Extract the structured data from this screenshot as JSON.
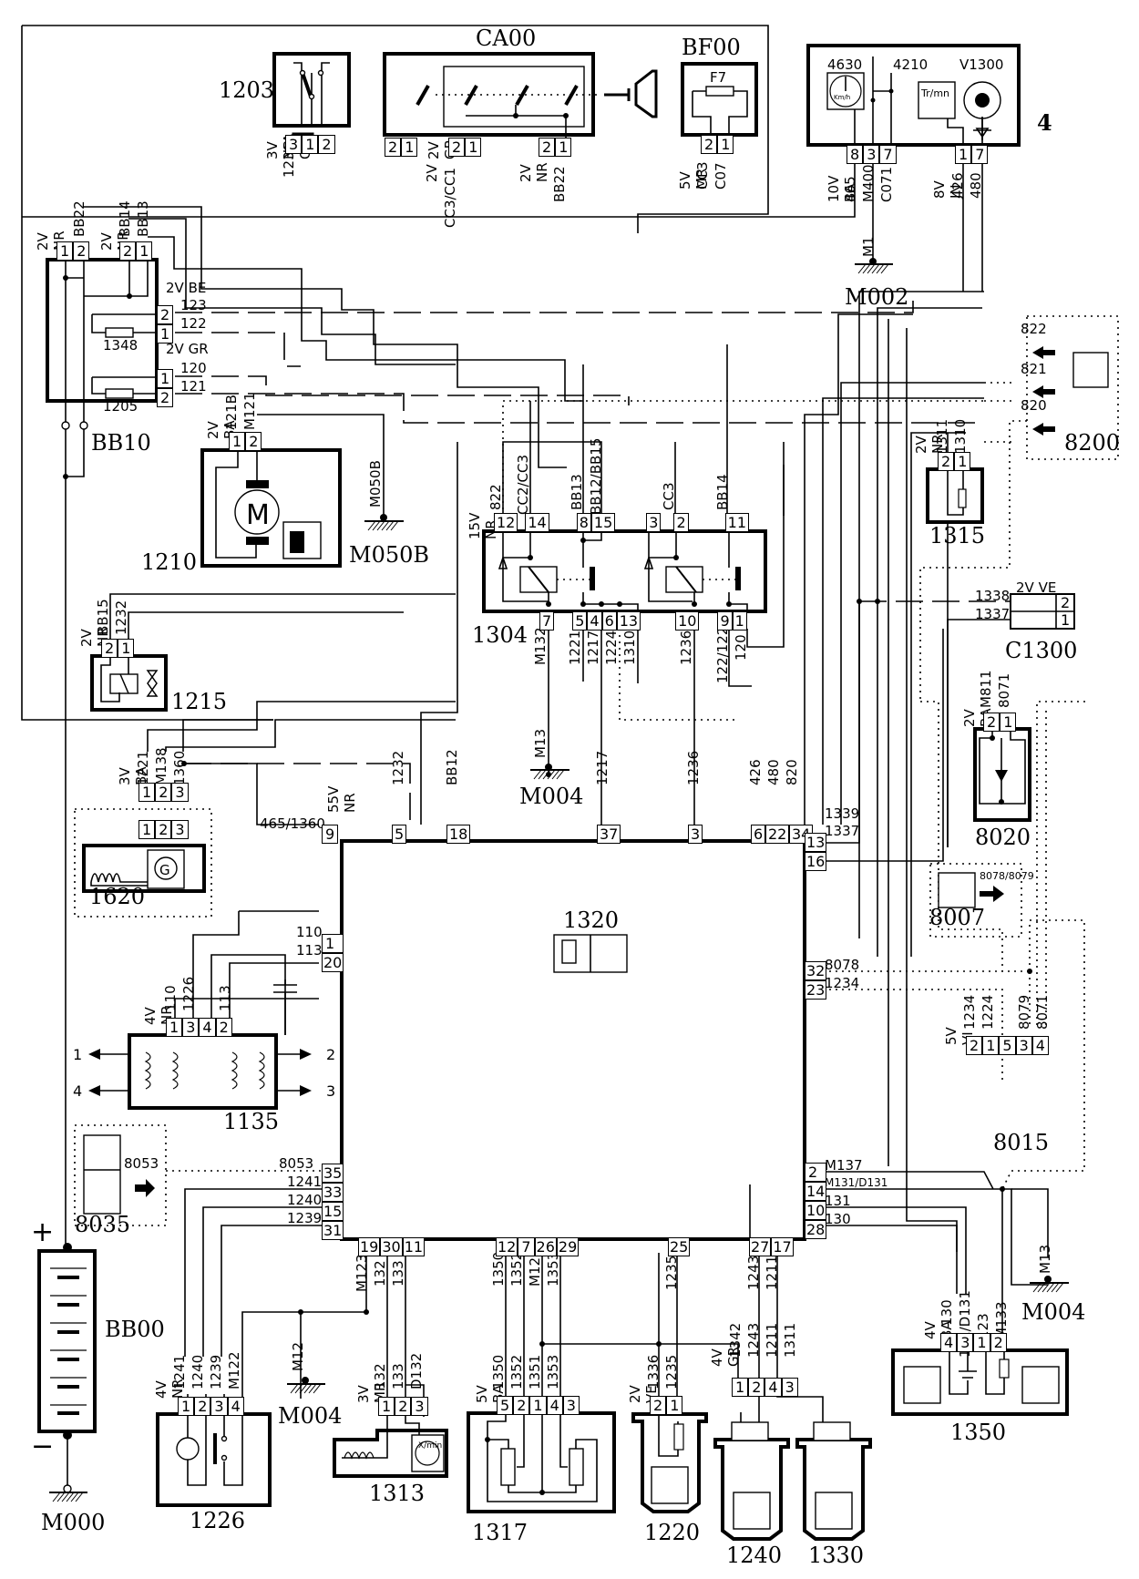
{
  "diagram": {
    "components": {
      "c1203": "1203",
      "ca00": "CA00",
      "bf00": "BF00",
      "bf00_fuse": "F7",
      "cluster": "4",
      "c4630": "4630",
      "c4210": "4210",
      "v1300": "V1300",
      "tachometer_unit": "Tr/mn",
      "speedo_unit": "Km/h",
      "m002": "M002",
      "bb10": "BB10",
      "c1348": "1348",
      "c1205": "1205",
      "c1210": "1210",
      "m050b": "M050B",
      "c1304": "1304",
      "c1315": "1315",
      "c8200": "8200",
      "c1338_conn": "C1300",
      "c1215": "1215",
      "c1620": "1620",
      "m004_top": "M004",
      "c1320": "1320",
      "c8020": "8020",
      "c8007": "8007",
      "c1135": "1135",
      "c8015": "8015",
      "c8035": "8035",
      "bb00": "BB00",
      "m000": "M000",
      "c1226": "1226",
      "m004_bottom": "M004",
      "c1313": "1313",
      "c1317": "1317",
      "c1220": "1220",
      "c1240": "1240",
      "c1330": "1330",
      "c1350": "1350",
      "m004_right": "M004",
      "tach_readout": "X/min"
    },
    "wire_labels": {
      "c1203_conn": "3V NR",
      "c1203_w1": "1236A",
      "c1203_w2": "CC2",
      "ca00_a": "2V GR",
      "ca00_b": "2V",
      "ca00_b_w": "CC3/CC1",
      "ca00_c": "2V NR",
      "ca00_c_w": "BB22",
      "bf00_conn": "5V MR",
      "bf00_w1": "CC3",
      "bf00_w2": "C07",
      "cl_conn_a": "10V BA",
      "cl_w465": "465",
      "cl_wm400": "M400",
      "cl_wc071": "C071",
      "cl_conn_b": "8V JN",
      "cl_w426": "426",
      "cl_w480": "480",
      "m1": "M1",
      "bb10_c1": "2V NR",
      "bb10_c1w": "BB22",
      "bb10_c2": "2V NR",
      "bb10_c2w1": "BB14",
      "bb10_c2w2": "BB13",
      "bb10_be": "2V BE",
      "w123": "123",
      "w122": "122",
      "bb10_gr": "2V GR",
      "w120": "120",
      "w121": "121",
      "c1210_conn": "2V BA",
      "c1210_w1": "121B",
      "c1210_w2": "M121",
      "m050b_w": "M050B",
      "c1304_conn": "15V NR",
      "c1304_w822": "822",
      "c1304_wcc2": "CC2/CC3",
      "c1304_wbb13": "BB13",
      "c1304_wbb12": "BB12/BB15",
      "c1304_wcc3": "CC3",
      "c1304_wbb14": "BB14",
      "c1304_b1": "M132",
      "c1304_b2": "1221",
      "c1304_b3": "1217",
      "c1304_b4": "1224",
      "c1304_b5": "1310",
      "c1304_b6": "1236",
      "c1304_b7": "122/1226",
      "c1304_b8": "120",
      "c1315_conn": "2V NR",
      "c1315_w1": "1311",
      "c1315_w2": "1310",
      "c8200_822": "822",
      "c8200_821": "821",
      "c8200_820": "820",
      "c1300_conn": "2V VE",
      "c1300_w1338": "1338",
      "c1300_w1337": "1337",
      "c1215_conn": "2V NR",
      "c1215_w1": "BB15",
      "c1215_w2": "1232",
      "c1620h_conn": "3V BA",
      "c1620h_w1": "1221",
      "c1620h_w2": "M138",
      "c1620h_w3": "1360",
      "m13": "M13",
      "ecu_top_conn": "55V NR",
      "ecu_t5": "1232",
      "ecu_t18": "BB12",
      "ecu_t37": "1217",
      "ecu_t3": "1236",
      "ecu_t6": "426",
      "ecu_t22": "480",
      "ecu_t34": "820",
      "ecu_l9": "465/1360",
      "ecu_r13": "1339",
      "ecu_r16": "1337",
      "ecu_r32": "8078",
      "ecu_r23": "1234",
      "ecu_r2": "M137",
      "ecu_r14": "M131/D131",
      "ecu_r10": "131",
      "ecu_r28": "130",
      "ecu_l1": "110",
      "ecu_l20": "113",
      "ecu_l35": "8053",
      "ecu_l33": "1241",
      "ecu_l15": "1240",
      "ecu_l31": "1239",
      "c8020_conn": "2V BA",
      "c8020_w1": "M811",
      "c8020_w2": "8071",
      "c8007_w": "8078/8079",
      "c1135_conn": "4V NR",
      "c1135_w1": "110",
      "c1135_w2": "1226",
      "c1135_w3": "113",
      "c8015_conn": "5V VI",
      "c8015_w1": "1234",
      "c8015_w2": "1224",
      "c8015_w3": "8079",
      "c8015_w4": "8071",
      "c8035_w": "8053",
      "c1226_conn": "4V NR",
      "c1226_w1": "1241",
      "c1226_w2": "1240",
      "c1226_w3": "1239",
      "c1226_w4": "M122",
      "m12": "M12",
      "ecu_b_m123": "M123",
      "ecu_b_132": "132",
      "ecu_b_133": "133",
      "c1313_conn": "3V MR",
      "c1313_w1": "132",
      "c1313_w2": "133",
      "c1313_w3": "D132",
      "ecu_b_1350": "1350",
      "ecu_b_1352": "1352",
      "ecu_b_m121": "M121",
      "ecu_b_1353": "1353",
      "ecu_b_1235": "1235",
      "ecu_b_1243": "1243",
      "ecu_b_1211": "1211",
      "c1317_conn": "5V BA",
      "c1317_w1": "1350",
      "c1317_w2": "1352",
      "c1317_w3": "1351",
      "c1317_w4": "1353",
      "c1220_conn": "2V VE",
      "c1220_w1": "1336",
      "c1220_w2": "1235",
      "c1240_conn": "4V GR",
      "c1240_w1": "1342",
      "c1240_w2": "1243",
      "c1240_w3": "1211",
      "c1240_w4": "1311",
      "c1350_conn": "4V BA",
      "c1350_w1": "130",
      "c1350_w2": "131/D131",
      "c1350_w3": "123",
      "c1350_w4": "M133",
      "m13_r": "M13"
    },
    "pins": {
      "c1203": [
        "3",
        "1",
        "2"
      ],
      "ca00_a": [
        "2",
        "1"
      ],
      "ca00_b": [
        "2",
        "1"
      ],
      "ca00_c": [
        "2",
        "1"
      ],
      "bf00": [
        "2",
        "1"
      ],
      "cl_a": [
        "8",
        "3",
        "7"
      ],
      "cl_b": [
        "1",
        "7"
      ],
      "bb10_t1": [
        "1",
        "2"
      ],
      "bb10_t2": [
        "2",
        "1"
      ],
      "bb10_r1": [
        "2",
        "1"
      ],
      "bb10_r2": [
        "1",
        "2"
      ],
      "c1210": [
        "1",
        "2"
      ],
      "c1304_top": [
        "12",
        "14",
        "8",
        "15",
        "3",
        "2",
        "11"
      ],
      "c1304_bot": [
        "7",
        "5",
        "4",
        "6",
        "13",
        "10",
        "9",
        "1"
      ],
      "c1315": [
        "2",
        "1"
      ],
      "c1300": [
        "2",
        "1"
      ],
      "c1215": [
        "2",
        "1"
      ],
      "c1620h": [
        "1",
        "2",
        "3"
      ],
      "c1620": [
        "1",
        "2",
        "3"
      ],
      "ecu_top": [
        "5",
        "18",
        "37",
        "3",
        "6",
        "22",
        "34"
      ],
      "ecu_left": [
        "9",
        "1",
        "20",
        "35",
        "33",
        "15",
        "31"
      ],
      "ecu_right": [
        "13",
        "16",
        "32",
        "23",
        "2",
        "14",
        "10",
        "28"
      ],
      "ecu_bottom_a": [
        "19",
        "30",
        "11"
      ],
      "ecu_bottom_b": [
        "12",
        "7",
        "26",
        "29"
      ],
      "ecu_bottom_c": [
        "25"
      ],
      "ecu_bottom_d": [
        "27",
        "17"
      ],
      "c8020": [
        "2",
        "1"
      ],
      "c1135": [
        "1",
        "3",
        "4",
        "2"
      ],
      "c1135_ports": [
        "1",
        "4",
        "2",
        "3"
      ],
      "c8015": [
        "2",
        "1",
        "5",
        "3",
        "4"
      ],
      "c1226": [
        "1",
        "2",
        "3",
        "4"
      ],
      "c1313": [
        "1",
        "2",
        "3"
      ],
      "c1317": [
        "5",
        "2",
        "1",
        "4",
        "3"
      ],
      "c1220": [
        "2",
        "1"
      ],
      "c1240": [
        "1",
        "2",
        "4",
        "3"
      ],
      "c1350": [
        "4",
        "3",
        "1",
        "2"
      ]
    },
    "battery": {
      "plus": "+",
      "minus": "−"
    }
  }
}
